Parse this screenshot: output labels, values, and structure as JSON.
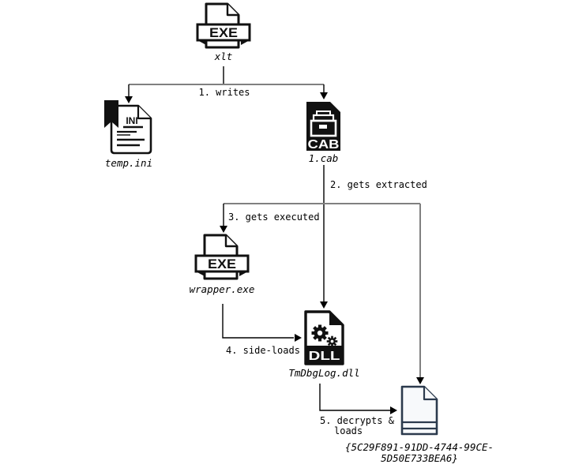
{
  "diagram": {
    "type": "malware-execution-flowchart",
    "nodes": {
      "xlt": {
        "label": "xlt",
        "badge": "EXE"
      },
      "temp_ini": {
        "label": "temp.ini",
        "badge": "INI"
      },
      "cab": {
        "label": "1.cab",
        "badge": "CAB"
      },
      "wrapper": {
        "label": "wrapper.exe",
        "badge": "EXE"
      },
      "dll": {
        "label": "TmDbgLog.dll",
        "badge": "DLL"
      },
      "payload": {
        "label_line1": "{5C29F891-91DD-4744-99CE-",
        "label_line2": "5D50E733BEA6}"
      }
    },
    "edges": {
      "writes": {
        "label": "1. writes"
      },
      "extracted": {
        "label": "2. gets extracted"
      },
      "executed": {
        "label": "3. gets executed"
      },
      "sideloads": {
        "label": "4. side-loads"
      },
      "decrypts": {
        "label_line1": "5. decrypts &",
        "label_line2": "loads"
      }
    },
    "icons": {
      "xlt": "exe-file-icon",
      "temp_ini": "ini-file-icon",
      "cab": "cab-archive-file-icon",
      "wrapper": "exe-file-icon",
      "dll": "dll-gears-file-icon",
      "payload": "blank-file-icon"
    },
    "colors": {
      "arrow_line": "#000000",
      "branch_line": "#808080",
      "icon_ink": "#111111",
      "payload_stroke": "#2b3a4d",
      "payload_fill": "#f7f9fb",
      "background": "#ffffff"
    }
  }
}
